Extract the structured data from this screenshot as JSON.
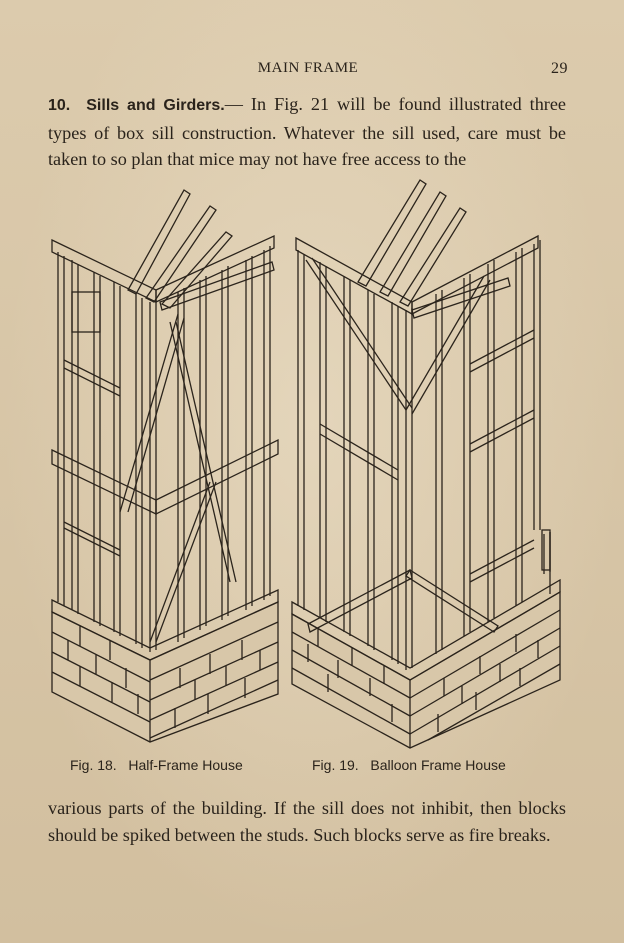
{
  "running_head": {
    "title": "MAIN FRAME",
    "page_number": "29"
  },
  "paragraph_top": {
    "number": "10.",
    "heading": "Sills and Girders.",
    "dash": "—",
    "text": " In Fig. 21 will be found illustrated three types of box sill construction. Whatever the sill used, care must be taken to so plan that mice may not have free access to the"
  },
  "figures": [
    {
      "number": "Fig. 18.",
      "caption": "Half-Frame House"
    },
    {
      "number": "Fig. 19.",
      "caption": "Balloon Frame House"
    }
  ],
  "paragraph_bottom": {
    "text": "various parts of the building. If the sill does not inhibit, then blocks should be spiked between the studs. Such blocks serve as fire breaks."
  }
}
